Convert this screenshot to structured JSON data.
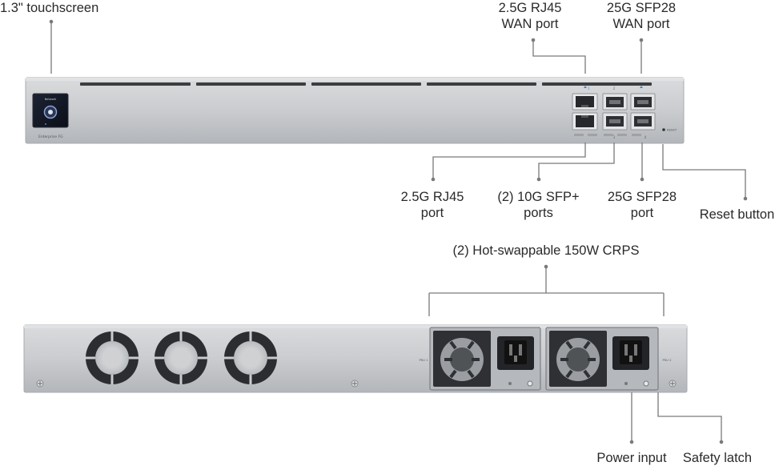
{
  "callouts": {
    "touchscreen": "1.3\" touchscreen",
    "wan_rj45": [
      "2.5G RJ45",
      "WAN port"
    ],
    "wan_sfp28": [
      "25G SFP28",
      "WAN port"
    ],
    "lan_rj45": [
      "2.5G RJ45",
      "port"
    ],
    "sfp_plus": [
      "(2) 10G SFP+",
      "ports"
    ],
    "lan_sfp28": [
      "25G SFP28",
      "port"
    ],
    "reset": "Reset button",
    "psu_group": "(2) Hot-swappable 150W CRPS",
    "power_input": "Power input",
    "safety_latch": "Safety latch"
  },
  "front_panel": {
    "brand_text": "Enterprise FG",
    "screen_text": "Network",
    "reset_text": "RESET",
    "port_numbers": [
      "1",
      "2",
      "3",
      "4"
    ]
  },
  "rear_panel": {
    "psu_labels": [
      "PSU 1",
      "PSU 2"
    ]
  },
  "colors": {
    "chassis": "#c9cbce",
    "chassis_dark": "#a7aaae",
    "slot": "#3b3d40",
    "leader": "#7a7a7a",
    "accent": "#4a7fd6"
  }
}
